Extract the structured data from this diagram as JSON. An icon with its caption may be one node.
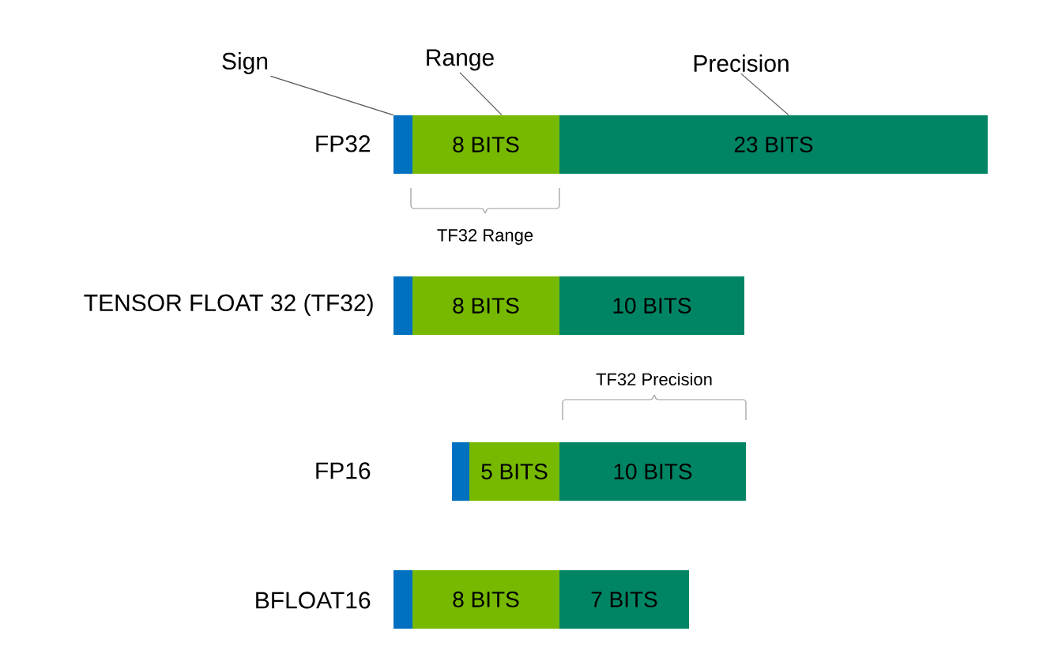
{
  "diagram": {
    "nodes": [
      {
        "text": [
          "Sign"
        ]
      },
      {
        "text": [
          "Range"
        ]
      },
      {
        "text": [
          "Precision"
        ]
      },
      {
        "text": [],
        "shape": "bar"
      },
      {
        "text": [
          "8 BITS"
        ]
      },
      {
        "text": [
          "23 BITS"
        ]
      },
      {
        "text": [],
        "shape": "bar"
      },
      {
        "text": [
          "8 BITS"
        ]
      },
      {
        "text": [
          "10 BITS"
        ]
      },
      {
        "text": [],
        "shape": "bar"
      },
      {
        "text": [
          "5 BITS"
        ]
      },
      {
        "text": [
          "10 BITS"
        ]
      },
      {
        "text": [],
        "shape": "bar"
      },
      {
        "text": [
          "8 BITS"
        ]
      },
      {
        "text": [
          "7 BITS"
        ]
      }
    ],
    "edges": [
      {
        "from": 0,
        "to": 3,
        "arrow": "none"
      },
      {
        "from": 1,
        "to": 4,
        "arrow": "none"
      },
      {
        "from": 2,
        "to": 5,
        "arrow": "none"
      }
    ],
    "labels": [
      "FP32",
      "TF32 Range",
      "TENSOR FLOAT 32 (TF32)",
      "TF32 Precision",
      "FP16",
      "BFLOAT16"
    ]
  }
}
